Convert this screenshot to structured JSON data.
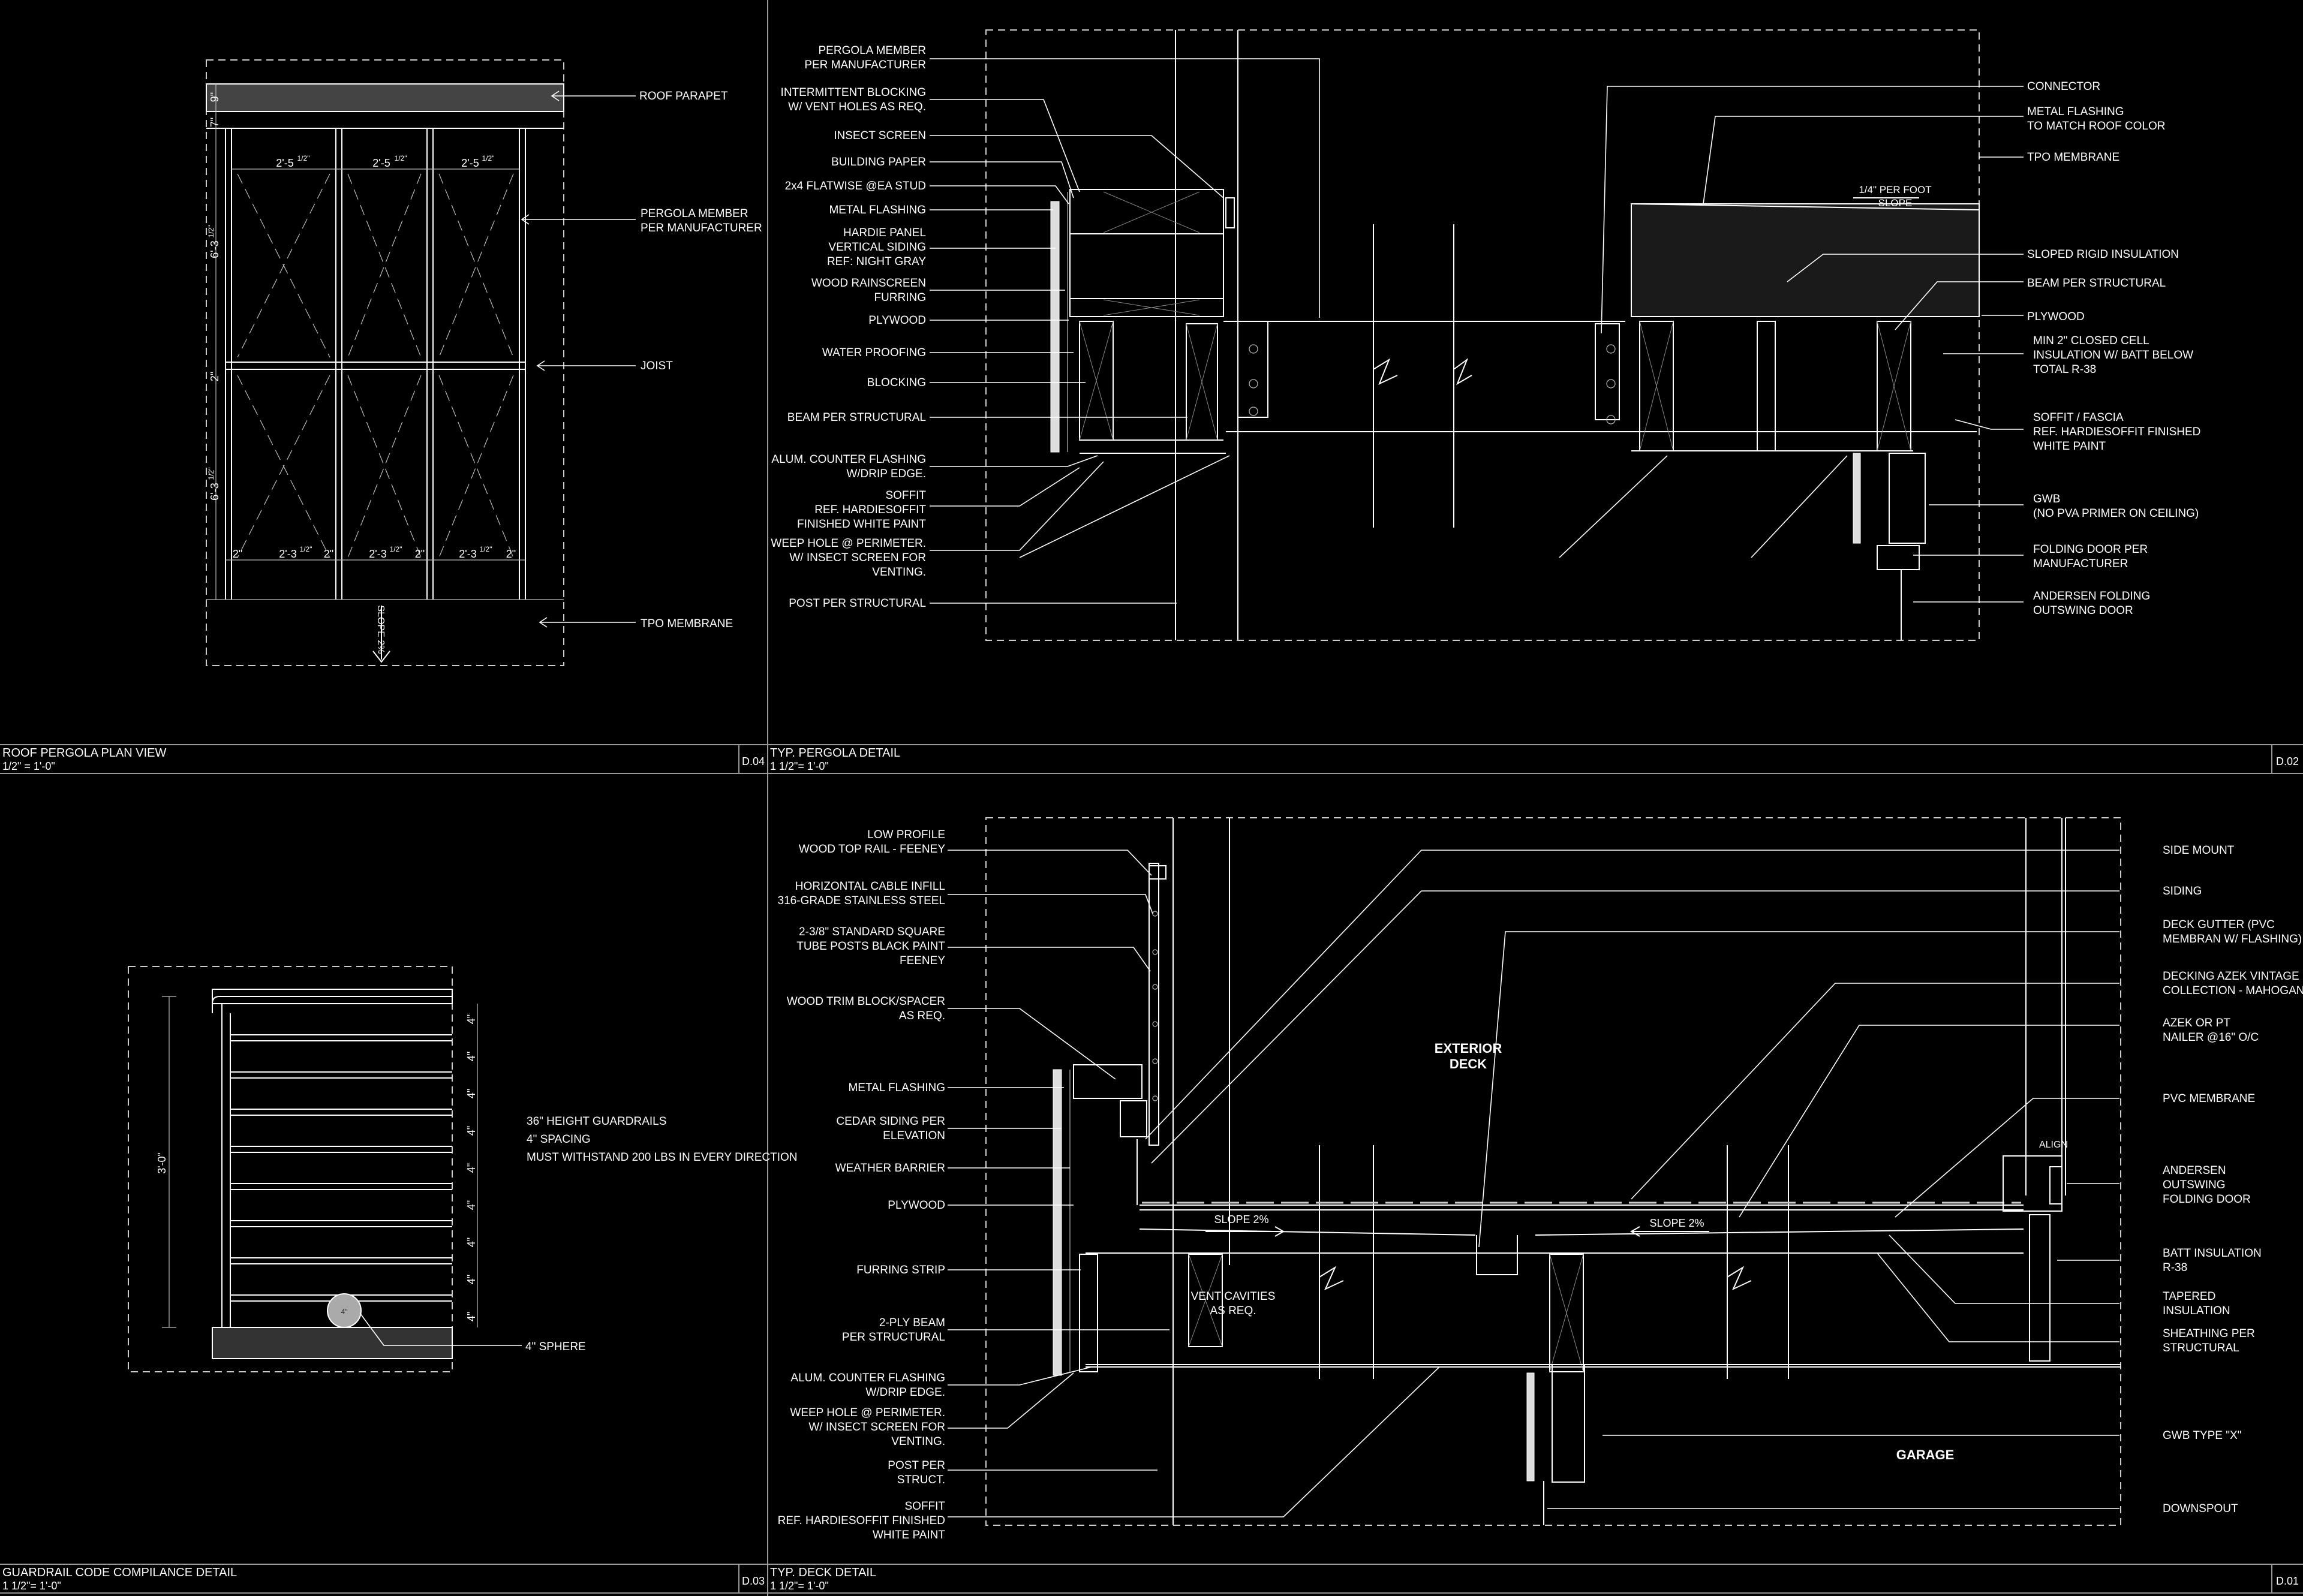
{
  "panels": [
    {
      "id": "D.04",
      "title": "ROOF PERGOLA PLAN VIEW",
      "scale": "1/2\"   =    1'-0\""
    },
    {
      "id": "D.02",
      "title": "TYP. PERGOLA DETAIL",
      "scale": "1 1/2\"=    1'-0\""
    },
    {
      "id": "D.03",
      "title": "GUARDRAIL CODE COMPILANCE DETAIL",
      "scale": "1 1/2\"=    1'-0\""
    },
    {
      "id": "D.01",
      "title": "TYP. DECK DETAIL",
      "scale": "1 1/2\"=    1'-0\""
    }
  ],
  "plan_view": {
    "labels": [
      "ROOF PARAPET",
      "PERGOLA MEMBER",
      "PER MANUFACTURER",
      "JOIST",
      "TPO MEMBRANE"
    ],
    "dims_top": [
      "2'-5",
      "1/2\"",
      "2'-5",
      "1/2\"",
      "2'-5",
      "1/2\""
    ],
    "dims_bottom": [
      "2\"",
      "2'-3",
      "1/2\"",
      "2\"",
      "2'-3",
      "1/2\"",
      "2\"",
      "2'-3",
      "1/2\"",
      "2\""
    ],
    "dims_side": [
      "9\"",
      "7\"",
      "6'-3",
      "1/2\"",
      "2\"",
      "6'-3",
      "1/2\""
    ],
    "slope": "SLOPE 2%"
  },
  "pergola_detail": {
    "left_labels": [
      "PERGOLA MEMBER",
      "PER MANUFACTURER",
      "INTERMITTENT BLOCKING",
      "W/ VENT HOLES AS REQ.",
      "INSECT SCREEN",
      "BUILDING PAPER",
      "2x4 FLATWISE @EA STUD",
      "METAL FLASHING",
      "HARDIE PANEL",
      "VERTICAL SIDING",
      "REF: NIGHT GRAY",
      "WOOD RAINSCREEN",
      "FURRING",
      "PLYWOOD",
      "WATER PROOFING",
      "BLOCKING",
      "BEAM PER STRUCTURAL",
      "ALUM. COUNTER FLASHING",
      "W/DRIP EDGE.",
      "SOFFIT",
      "REF. HARDIESOFFIT",
      "FINISHED WHITE PAINT",
      "WEEP HOLE @ PERIMETER.",
      "W/ INSECT SCREEN FOR",
      "VENTING.",
      "POST PER STRUCTURAL"
    ],
    "right_labels": [
      "CONNECTOR",
      "METAL FLASHING",
      "TO MATCH ROOF COLOR",
      "TPO MEMBRANE",
      "SLOPED RIGID INSULATION",
      "BEAM PER STRUCTURAL",
      "PLYWOOD",
      "MIN 2\" CLOSED CELL",
      "INSULATION W/ BATT BELOW",
      "TOTAL R-38",
      "SOFFIT / FASCIA",
      "REF. HARDIESOFFIT FINISHED",
      "WHITE PAINT",
      "GWB",
      "(NO PVA PRIMER ON CEILING)",
      "FOLDING DOOR PER",
      "MANUFACTURER",
      "ANDERSEN FOLDING",
      "OUTSWING DOOR"
    ],
    "slope_text": [
      "1/4\" PER FOOT",
      "SLOPE"
    ]
  },
  "guardrail": {
    "notes": [
      "36\" HEIGHT GUARDRAILS",
      "4\" SPACING",
      "MUST WITHSTAND 200 LBS IN EVERY DIRECTION"
    ],
    "height_dim": "3'-0\"",
    "spacing_dim": "4\"",
    "sphere_label": "4\" SPHERE",
    "sphere_mark": "4\""
  },
  "deck_detail": {
    "left_labels": [
      "LOW PROFILE",
      "WOOD TOP RAIL - FEENEY",
      "HORIZONTAL CABLE INFILL",
      "316-GRADE STAINLESS STEEL",
      "2-3/8\" STANDARD SQUARE",
      "TUBE POSTS BLACK PAINT",
      "FEENEY",
      "WOOD TRIM BLOCK/SPACER",
      "AS REQ.",
      "METAL FLASHING",
      "CEDAR SIDING PER",
      "ELEVATION",
      "WEATHER  BARRIER",
      "PLYWOOD",
      "FURRING STRIP",
      "2-PLY BEAM",
      "PER STRUCTURAL",
      "ALUM. COUNTER FLASHING",
      "W/DRIP EDGE.",
      "WEEP HOLE @ PERIMETER.",
      "W/ INSECT SCREEN FOR",
      "VENTING.",
      "POST PER",
      "STRUCT.",
      "SOFFIT",
      "REF. HARDIESOFFIT FINISHED",
      "WHITE PAINT"
    ],
    "right_labels": [
      "SIDE MOUNT",
      "SIDING",
      "DECK GUTTER (PVC",
      "MEMBRAN W/ FLASHING)",
      "DECKING AZEK VINTAGE",
      "COLLECTION - MAHOGANY",
      "AZEK OR PT",
      "NAILER @16\" O/C",
      "PVC MEMBRANE",
      "ANDERSEN",
      "OUTSWING",
      "FOLDING DOOR",
      "BATT INSULATION",
      "R-38",
      "TAPERED",
      "INSULATION",
      "SHEATHING PER",
      "STRUCTURAL",
      "GWB TYPE \"X\"",
      "DOWNSPOUT"
    ],
    "center_labels": [
      "EXTERIOR",
      "DECK",
      "VENT CAVITIES",
      "AS REQ.",
      "GARAGE",
      "SLOPE 2%",
      "SLOPE 2%",
      "ALIGN"
    ]
  }
}
